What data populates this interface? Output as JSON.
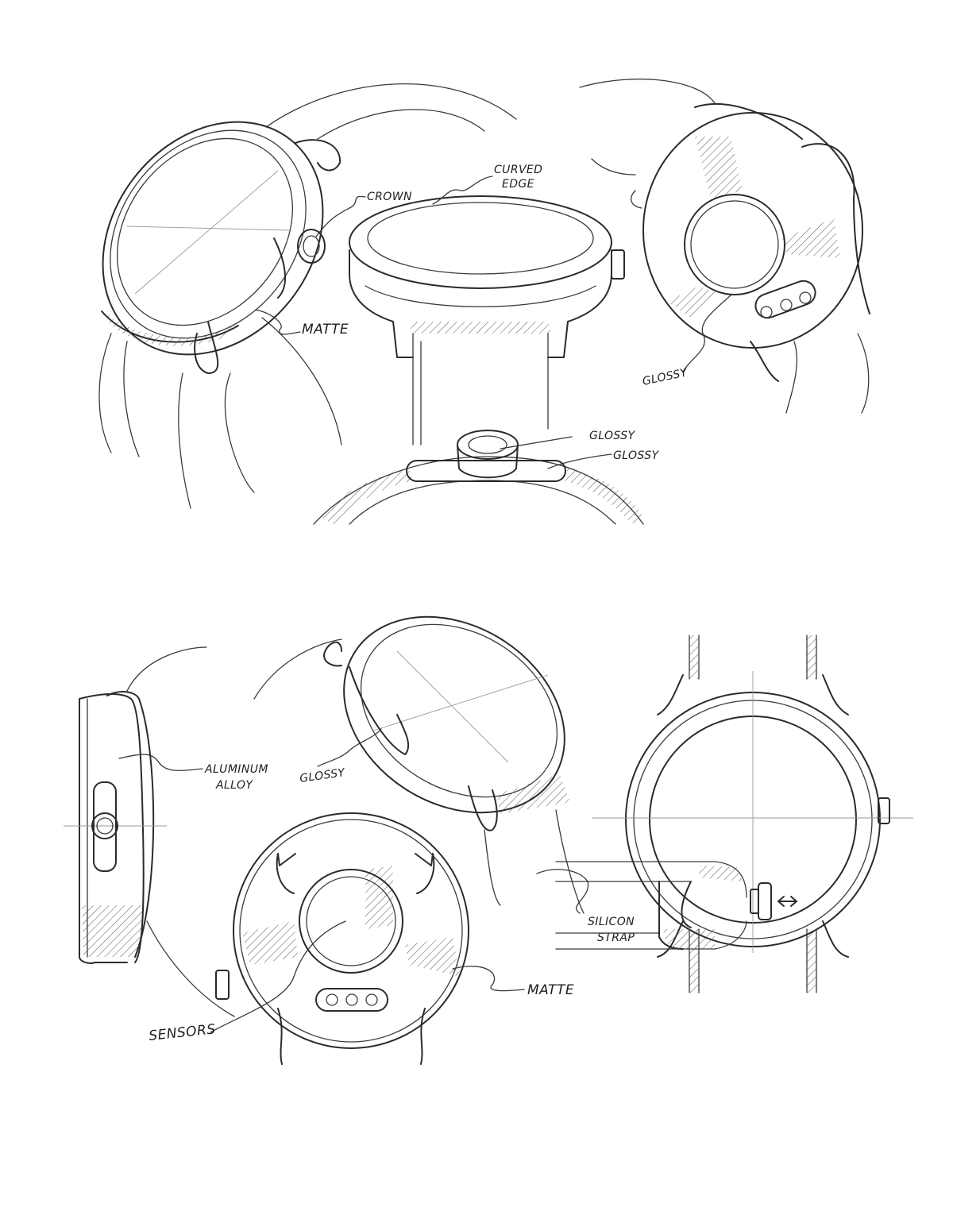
{
  "labels": {
    "crown": "CROWN",
    "curved_edge_1": "CURVED",
    "curved_edge_2": "EDGE",
    "matte_top": "MATTE",
    "glossy_back_top": "GLOSSY",
    "glossy_crown": "GLOSSY",
    "glossy_button": "GLOSSY",
    "aluminum_alloy_1": "ALUMINUM",
    "aluminum_alloy_2": "ALLOY",
    "glossy_side": "GLOSSY",
    "silicon_strap_1": "SILICON",
    "silicon_strap_2": "STRAP",
    "matte_back": "MATTE",
    "sensors": "SENSORS"
  }
}
